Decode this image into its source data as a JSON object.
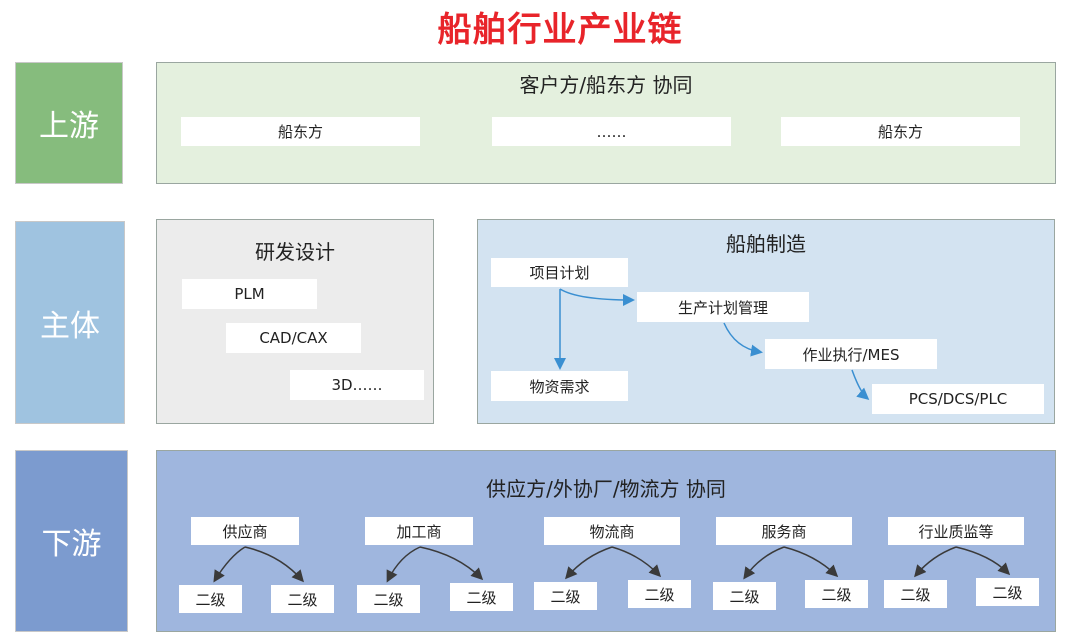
{
  "title": "船舶行业产业链",
  "rows": {
    "upstream": {
      "label": "上游",
      "color": "#86bc7d"
    },
    "main": {
      "label": "主体",
      "color": "#9fc3e0"
    },
    "downstream": {
      "label": "下游",
      "color": "#7c9bcf"
    }
  },
  "upstream_panel": {
    "title": "客户方/船东方 协同",
    "items": [
      "船东方",
      "……",
      "船东方"
    ]
  },
  "rd_panel": {
    "title": "研发设计",
    "items": [
      "PLM",
      "CAD/CAX",
      "3D……"
    ]
  },
  "mfg_panel": {
    "title": "船舶制造",
    "items": {
      "project_plan": "项目计划",
      "prod_plan": "生产计划管理",
      "mes": "作业执行/MES",
      "pcs": "PCS/DCS/PLC",
      "material": "物资需求"
    }
  },
  "downstream_panel": {
    "title": "供应方/外协厂/物流方 协同",
    "groups": [
      {
        "name": "供应商",
        "children": [
          "二级",
          "二级"
        ]
      },
      {
        "name": "加工商",
        "children": [
          "二级",
          "二级"
        ]
      },
      {
        "name": "物流商",
        "children": [
          "二级",
          "二级"
        ]
      },
      {
        "name": "服务商",
        "children": [
          "二级",
          "二级"
        ]
      },
      {
        "name": "行业质监等",
        "children": [
          "二级",
          "二级"
        ]
      }
    ]
  },
  "colors": {
    "title": "#e8242a",
    "upstream_bg": "#e4f0de",
    "rd_bg": "#ececec",
    "mfg_bg": "#d3e3f1",
    "downstream_bg": "#9fb6de",
    "arrow": "#3a8fd1"
  }
}
